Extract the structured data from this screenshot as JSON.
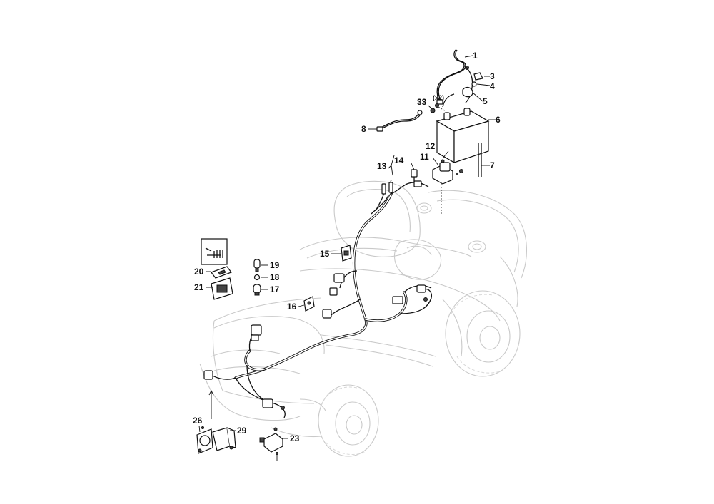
{
  "diagram": {
    "callouts": {
      "c1": "1",
      "c3": "3",
      "c4": "4",
      "c5": "5",
      "c6": "6",
      "c7": "7",
      "c8": "8",
      "c11": "11",
      "c12": "12",
      "c13": "13",
      "c14": "14",
      "c15": "15",
      "c16": "16",
      "c17": "17",
      "c18": "18",
      "c19": "19",
      "c20": "20",
      "c21": "21",
      "c23": "23",
      "c26": "26",
      "c29": "29",
      "c33": "33"
    },
    "quantity_note": "(x2)"
  }
}
